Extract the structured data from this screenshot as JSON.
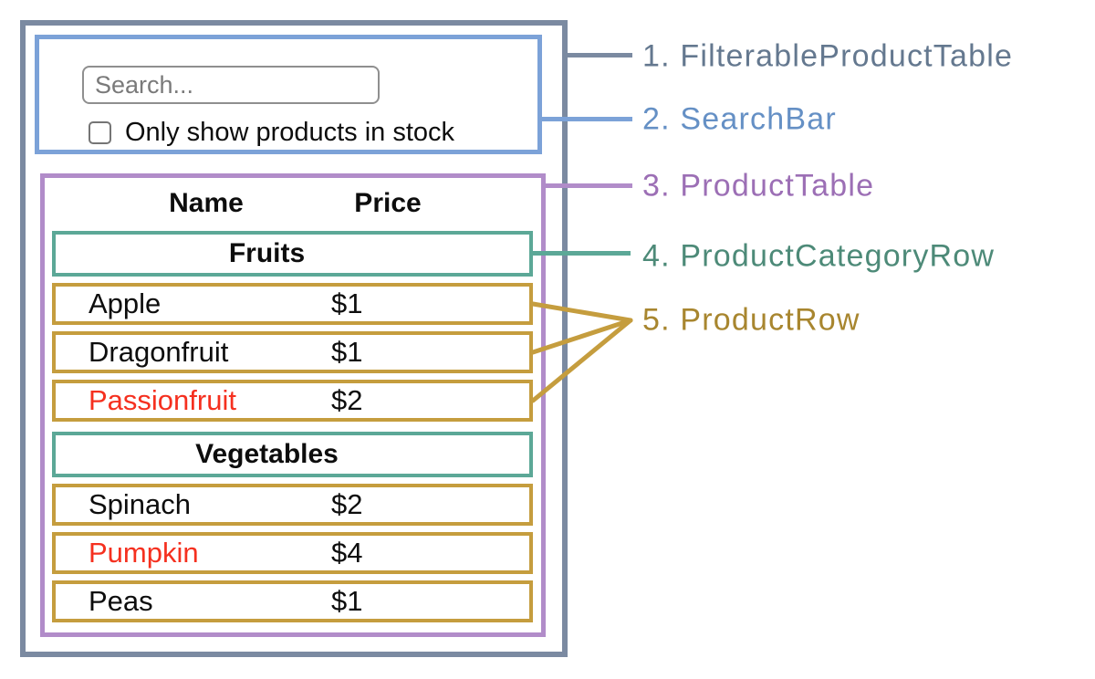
{
  "search_bar": {
    "input_placeholder": "Search...",
    "input_value": "",
    "checkbox_checked": false,
    "checkbox_label": "Only show products in stock"
  },
  "table": {
    "headers": {
      "name": "Name",
      "price": "Price"
    },
    "sections": [
      {
        "category": "Fruits",
        "rows": [
          {
            "name": "Apple",
            "price": "$1",
            "out_of_stock": false
          },
          {
            "name": "Dragonfruit",
            "price": "$1",
            "out_of_stock": false
          },
          {
            "name": "Passionfruit",
            "price": "$2",
            "out_of_stock": true
          }
        ]
      },
      {
        "category": "Vegetables",
        "rows": [
          {
            "name": "Spinach",
            "price": "$2",
            "out_of_stock": false
          },
          {
            "name": "Pumpkin",
            "price": "$4",
            "out_of_stock": true
          },
          {
            "name": "Peas",
            "price": "$1",
            "out_of_stock": false
          }
        ]
      }
    ]
  },
  "annotations": [
    {
      "label": "1. FilterableProductTable",
      "color": "#64788f"
    },
    {
      "label": "2. SearchBar",
      "color": "#6590c5"
    },
    {
      "label": "3. ProductTable",
      "color": "#9c6fb5"
    },
    {
      "label": "4. ProductCategoryRow",
      "color": "#4d8a78"
    },
    {
      "label": "5. ProductRow",
      "color": "#a8862f"
    }
  ],
  "colors": {
    "filterable_product_table": "#7b8aa1",
    "search_bar": "#7ca2d8",
    "product_table": "#b18cc9",
    "product_category_row": "#5ca897",
    "product_row": "#c59d3e",
    "out_of_stock_text": "#f5301f"
  }
}
